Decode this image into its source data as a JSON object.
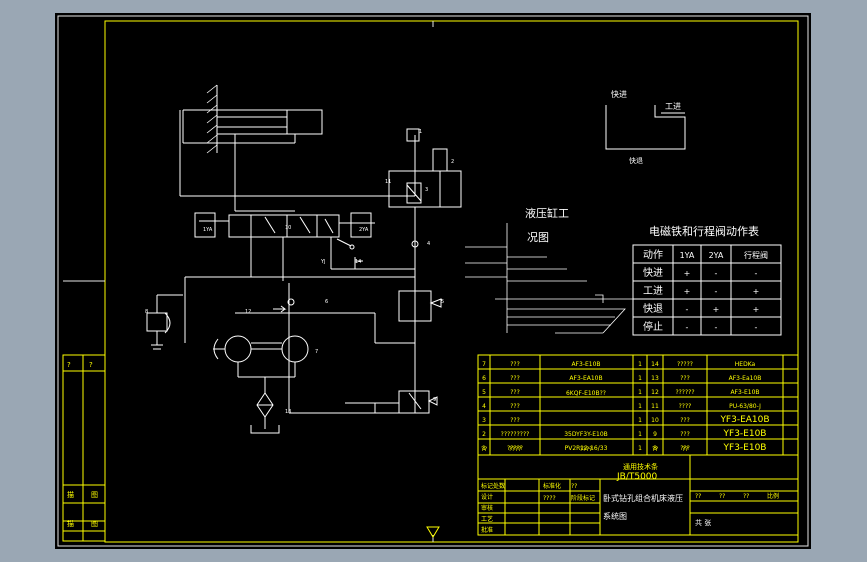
{
  "side_strip": {
    "label_1": "?",
    "label_2": "?",
    "label_3": "描",
    "label_4": "图",
    "label_5": "描",
    "label_6": "图"
  },
  "sequence": {
    "fast_forward": "快进",
    "work_feed": "工进",
    "fast_return": "快退"
  },
  "condition_diagram": {
    "title_1": "液压缸工",
    "title_2": "况图"
  },
  "action_table": {
    "title": "电磁铁和行程阀动作表",
    "header": [
      "动作",
      "1YA",
      "2YA",
      "行程阀"
    ],
    "rows": [
      [
        "快进",
        "+",
        "-",
        "-"
      ],
      [
        "工进",
        "+",
        "-",
        "+"
      ],
      [
        "快退",
        "-",
        "+",
        "+"
      ],
      [
        "停止",
        "-",
        "-",
        "-"
      ]
    ]
  },
  "parts_list": {
    "rows": [
      [
        "7",
        "???",
        "AF3-E10B",
        "1",
        "14",
        "?????",
        "HEDKa"
      ],
      [
        "6",
        "???",
        "AF3-EA10B",
        "1",
        "13",
        "???",
        "AF3-Ea10B"
      ],
      [
        "5",
        "???",
        "",
        "1",
        "12",
        "??????",
        "AF3-E10B"
      ],
      [
        "4",
        "???",
        "",
        "1",
        "11",
        "????",
        "PU-63/80-J"
      ],
      [
        "3",
        "???",
        "",
        "1",
        "10",
        "???",
        "YF3-EA10B"
      ],
      [
        "2",
        "?????????",
        "35DYF3Y-E10B",
        "1",
        "9",
        "???",
        "YF3-E10B"
      ],
      [
        "1",
        "?????",
        "PV2R12-16/33",
        "1",
        "8",
        "???",
        "YF3-E10B"
      ]
    ],
    "footer": [
      "??",
      "????",
      "????",
      "??",
      "??"
    ],
    "pump_spec": "6KQF-E10B??"
  },
  "title_block": {
    "standard_label": "通用技术条",
    "standard_code": "JB/T5000",
    "drawing_title": "卧式钻孔组合机床液压",
    "drawing_subtitle": "系统图",
    "sheet_label": "共 张",
    "rows": [
      "标记处数",
      "设计",
      "审核",
      "工艺",
      "批准"
    ],
    "cells": [
      "标准化",
      "??",
      "????",
      "阶段标记",
      "??",
      "??",
      "??",
      "比例"
    ]
  },
  "circuit_labels": [
    "1YA",
    "2YA",
    "YJ",
    "1",
    "2",
    "3",
    "4",
    "5",
    "6",
    "7",
    "8",
    "9",
    "10",
    "11",
    "12",
    "13",
    "14"
  ]
}
